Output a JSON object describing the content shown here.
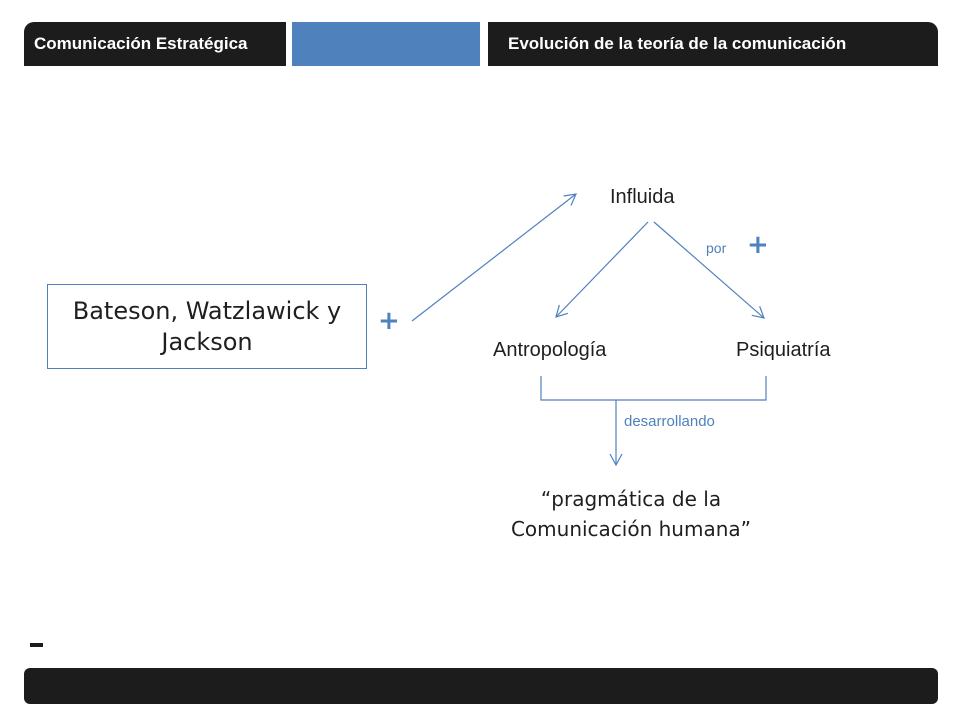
{
  "header": {
    "left_title": "Comunicación Estratégica",
    "right_title": "Evolución de la teoría de la comunicación"
  },
  "diagram": {
    "authors": "Bateson, Watzlawick y Jackson",
    "plus_left": "+",
    "influenced": "Influida",
    "by": "por",
    "plus_by": "+",
    "field_1": "Antropología",
    "field_2": "Psiquiatría",
    "developing": "desarrollando",
    "result_line1": "“pragmática de la",
    "result_line2": "Comunicación humana”"
  },
  "footer": {
    "dash": "-"
  },
  "colors": {
    "accent": "#4f81bd",
    "bar": "#1c1c1c"
  }
}
